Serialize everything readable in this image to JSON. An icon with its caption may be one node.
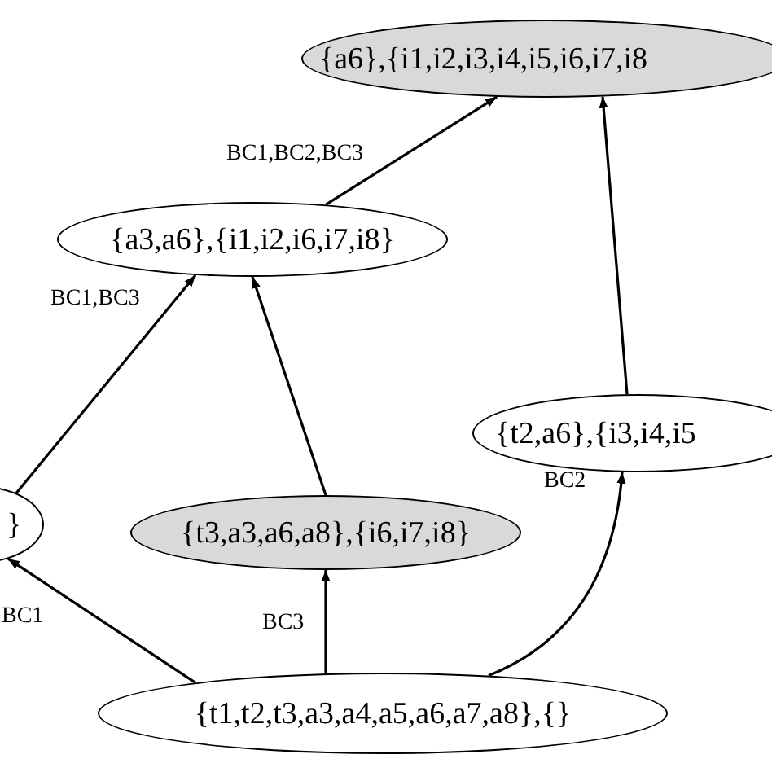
{
  "diagram": {
    "nodes": [
      {
        "text": [
          "{a6},{i1,i2,i3,i4,i5,i6,i7,i8"
        ]
      },
      {
        "text": [
          "{a3,a6},{i1,i2,i6,i7,i8}"
        ]
      },
      {
        "text": [
          "{t2,a6},{i3,i4,i5"
        ]
      },
      {
        "text": [
          "}"
        ]
      },
      {
        "text": [
          "{t3,a3,a6,a8},{i6,i7,i8}"
        ]
      },
      {
        "text": [
          "{t1,t2,t3,a3,a4,a5,a6,a7,a8},{}"
        ]
      }
    ],
    "edges": [
      {
        "from": 1,
        "to": 0,
        "arrow": "to",
        "label": "BC1,BC2,BC3"
      },
      {
        "from": 3,
        "to": 1,
        "arrow": "to",
        "label": "BC1,BC3"
      },
      {
        "from": 4,
        "to": 1,
        "arrow": "to"
      },
      {
        "from": 2,
        "to": 0,
        "arrow": "to"
      },
      {
        "from": 5,
        "to": 3,
        "arrow": "to",
        "label": "BC1"
      },
      {
        "from": 5,
        "to": 4,
        "arrow": "to",
        "label": "BC3"
      },
      {
        "from": 5,
        "to": 2,
        "arrow": "to",
        "label": "BC2"
      }
    ]
  }
}
